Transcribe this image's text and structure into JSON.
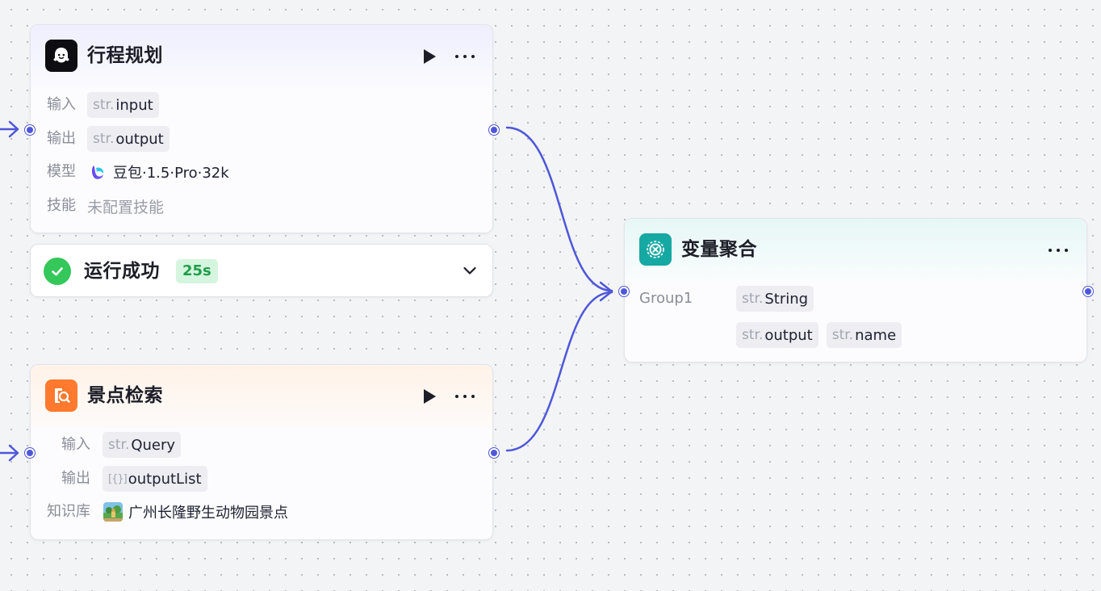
{
  "colors": {
    "edge": "#4e57d8",
    "port": "#4e57d8",
    "success": "#34c759",
    "kb_icon": "#ff7a2e",
    "agg_icon": "#16a8a3"
  },
  "llm_node": {
    "icon": "ghost-icon",
    "title": "行程规划",
    "input_label": "输入",
    "input_type": "str.",
    "input_name": "input",
    "output_label": "输出",
    "output_type": "str.",
    "output_name": "output",
    "model_label": "模型",
    "model_icon": "doubao-logo-icon",
    "model_value": "豆包·1.5·Pro·32k",
    "skill_label": "技能",
    "skill_value": "未配置技能"
  },
  "run_status": {
    "icon": "check-circle-icon",
    "text": "运行成功",
    "duration": "25s"
  },
  "kb_node": {
    "icon": "document-search-icon",
    "title": "景点检索",
    "input_label": "输入",
    "input_type": "str.",
    "input_name": "Query",
    "output_label": "输出",
    "output_type": "[{}]",
    "output_name": "outputList",
    "kb_label": "知识库",
    "kb_icon": "zoo-thumbnail-icon",
    "kb_value": "广州长隆野生动物园景点"
  },
  "agg_node": {
    "icon": "variable-icon",
    "title": "变量聚合",
    "group_label": "Group1",
    "vars": [
      {
        "type": "str.",
        "name": "String"
      },
      {
        "type": "str.",
        "name": "output"
      },
      {
        "type": "str.",
        "name": "name"
      }
    ]
  }
}
